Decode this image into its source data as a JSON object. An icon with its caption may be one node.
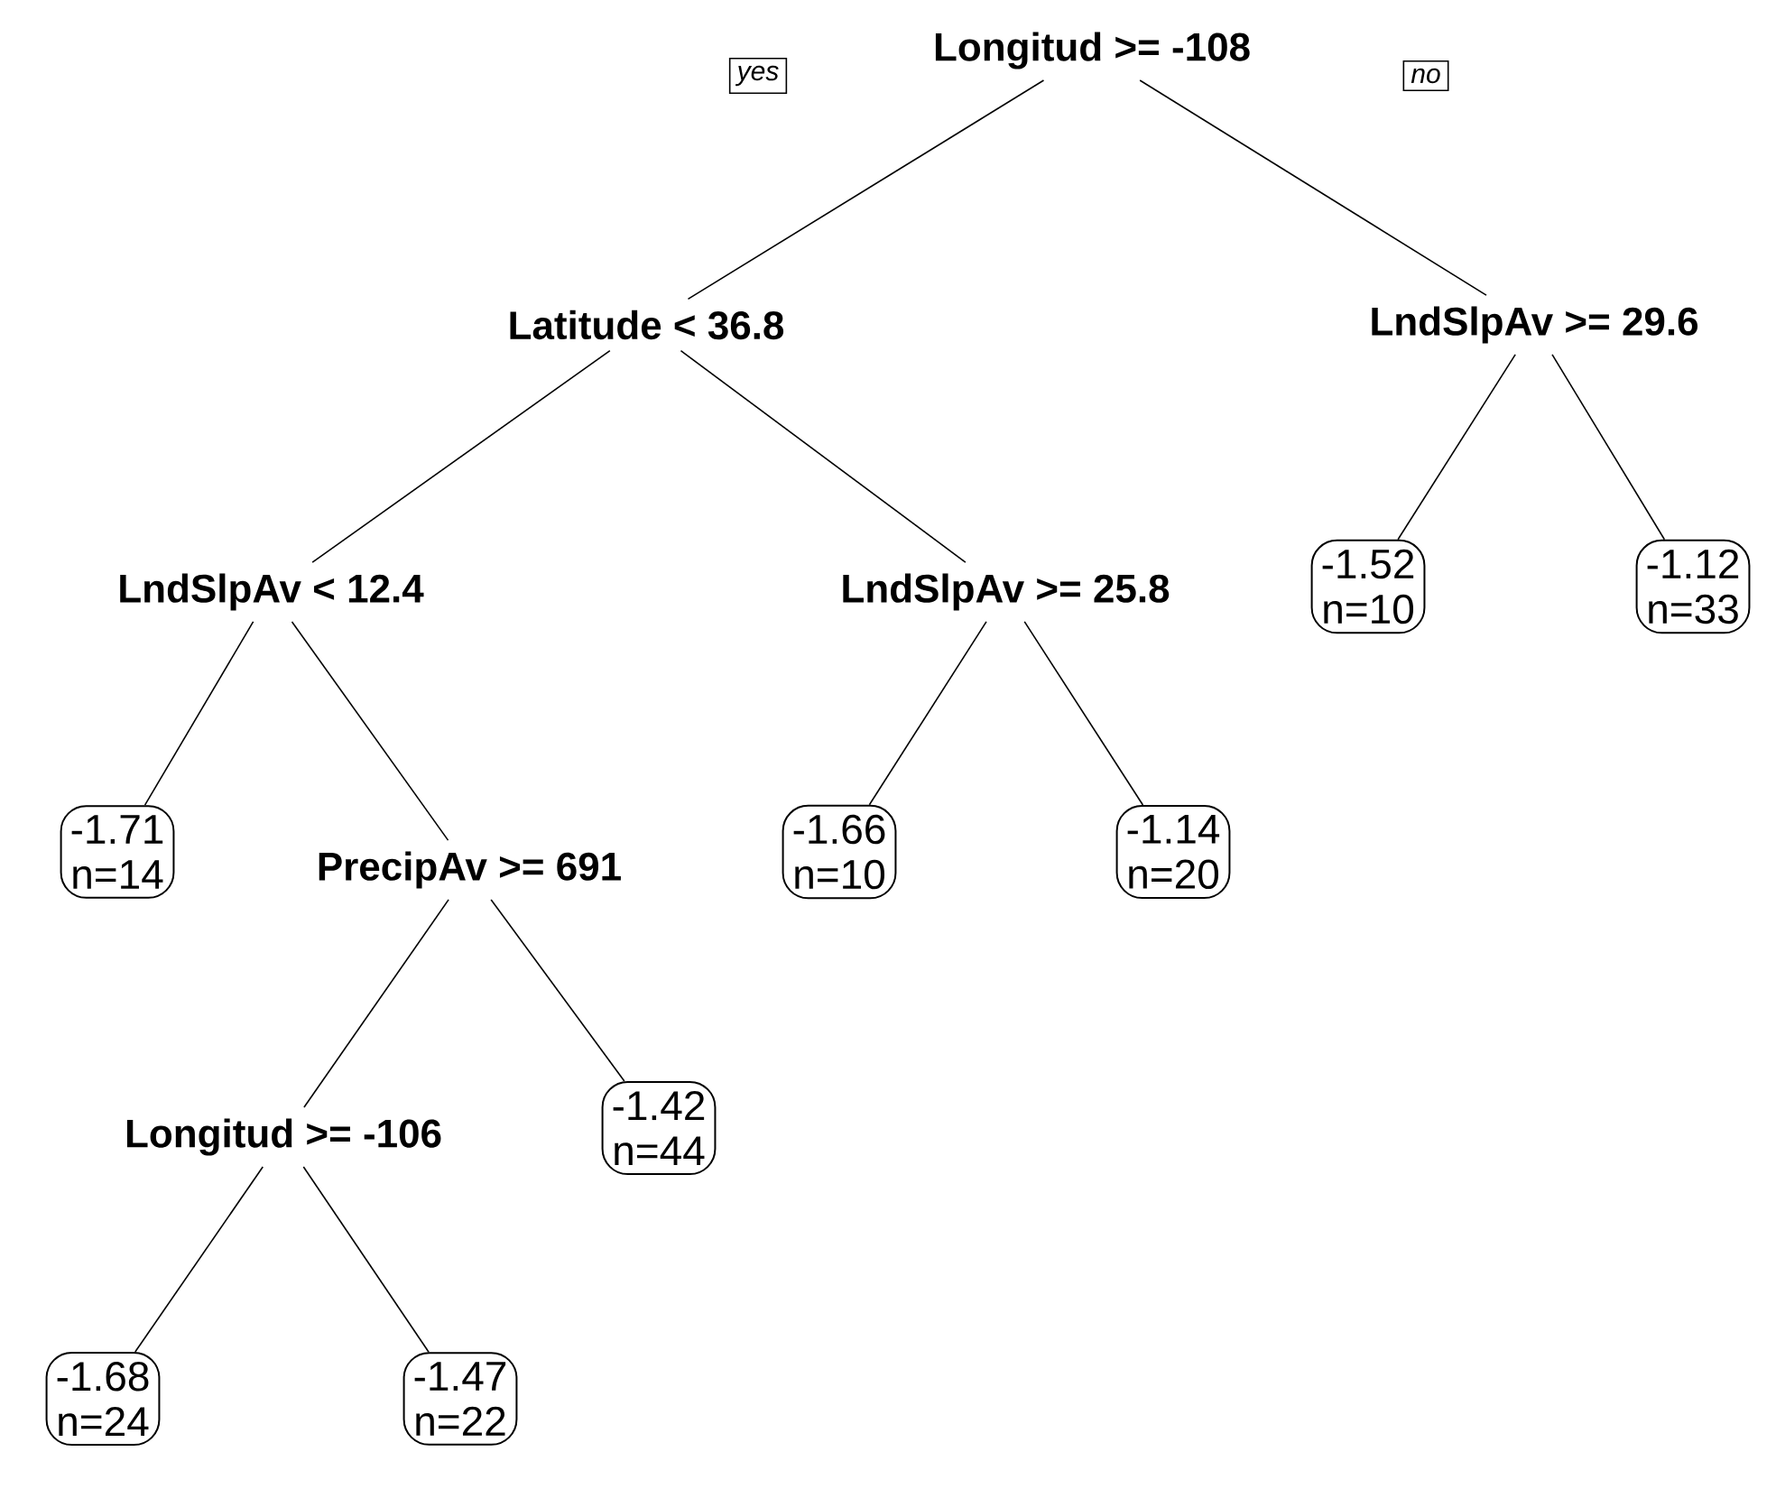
{
  "diagram": {
    "nodes": [
      {
        "text": [
          "Longitud >= -108"
        ]
      },
      {
        "text": [
          "Latitude < 36.8"
        ]
      },
      {
        "text": [
          "LndSlpAv >= 29.6"
        ]
      },
      {
        "text": [
          "LndSlpAv < 12.4"
        ]
      },
      {
        "text": [
          "LndSlpAv >= 25.8"
        ]
      },
      {
        "text": [
          "-1.52",
          "n=10"
        ]
      },
      {
        "text": [
          "-1.12",
          "n=33"
        ]
      },
      {
        "text": [
          "-1.71",
          "n=14"
        ]
      },
      {
        "text": [
          "PrecipAv >= 691"
        ]
      },
      {
        "text": [
          "-1.66",
          "n=10"
        ]
      },
      {
        "text": [
          "-1.14",
          "n=20"
        ]
      },
      {
        "text": [
          "Longitud >= -106"
        ]
      },
      {
        "text": [
          "-1.42",
          "n=44"
        ]
      },
      {
        "text": [
          "-1.68",
          "n=24"
        ]
      },
      {
        "text": [
          "-1.47",
          "n=22"
        ]
      }
    ],
    "edges": [
      {
        "from": 0,
        "to": 1,
        "arrow": "none"
      },
      {
        "from": 0,
        "to": 2,
        "arrow": "none"
      },
      {
        "from": 1,
        "to": 3,
        "arrow": "none"
      },
      {
        "from": 1,
        "to": 4,
        "arrow": "none"
      },
      {
        "from": 2,
        "to": 5,
        "arrow": "none"
      },
      {
        "from": 2,
        "to": 6,
        "arrow": "none"
      },
      {
        "from": 3,
        "to": 7,
        "arrow": "none"
      },
      {
        "from": 3,
        "to": 8,
        "arrow": "none"
      },
      {
        "from": 4,
        "to": 9,
        "arrow": "none"
      },
      {
        "from": 4,
        "to": 10,
        "arrow": "none"
      },
      {
        "from": 8,
        "to": 11,
        "arrow": "none"
      },
      {
        "from": 8,
        "to": 12,
        "arrow": "none"
      },
      {
        "from": 11,
        "to": 13,
        "arrow": "none"
      },
      {
        "from": 11,
        "to": 14,
        "arrow": "none"
      }
    ],
    "labels": [
      "yes",
      "no"
    ]
  }
}
